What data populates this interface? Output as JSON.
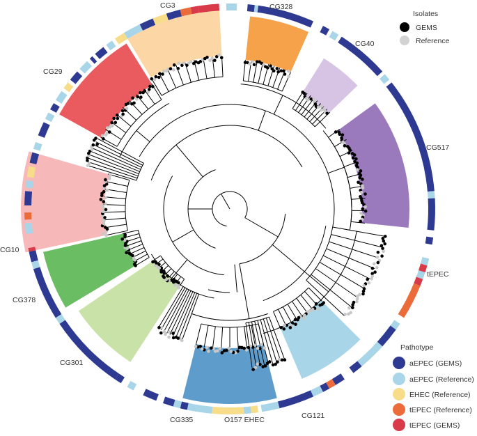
{
  "colors": {
    "aepec_gems": "#2e3a91",
    "aepec_ref": "#a8d5e8",
    "ehec_ref": "#f7dc8a",
    "tepec_ref": "#ec6b3a",
    "tepec_gems": "#d93a4a",
    "gems_dot": "#000000",
    "ref_dot": "#c8c8c8",
    "branch": "#000000"
  },
  "legend_isolates": {
    "title": "Isolates",
    "items": [
      {
        "label": "GEMS",
        "color": "#000000"
      },
      {
        "label": "Reference",
        "color": "#d2d2d2"
      }
    ]
  },
  "legend_pathotype": {
    "title": "Pathotype",
    "items": [
      {
        "label": "aEPEC (GEMS)",
        "color": "#2e3a91"
      },
      {
        "label": "aEPEC (Reference)",
        "color": "#a8d5e8"
      },
      {
        "label": "EHEC (Reference)",
        "color": "#f7dc8a"
      },
      {
        "label": "tEPEC (Reference)",
        "color": "#ec6b3a"
      },
      {
        "label": "tEPEC (GEMS)",
        "color": "#d93a4a"
      }
    ]
  },
  "clades": [
    {
      "label": "CG3",
      "color": "#fcd7a5"
    },
    {
      "label": "CG328",
      "color": "#f5a24b"
    },
    {
      "label": "CG40",
      "color": "#d7c3e3"
    },
    {
      "label": "CG517",
      "color": "#9b79bd"
    },
    {
      "label": "CG29",
      "color": "#e95b5e"
    },
    {
      "label": "CG10",
      "color": "#f6b8b8"
    },
    {
      "label": "CG378",
      "color": "#6bbd63"
    },
    {
      "label": "CG301",
      "color": "#c8e2a8"
    },
    {
      "label": "CG335",
      "color": "#5e9ccc"
    },
    {
      "label": "CG121",
      "color": "#a8d5e8"
    }
  ],
  "other_labels": {
    "o157": "O157 EHEC",
    "tepec": "tEPEC"
  }
}
